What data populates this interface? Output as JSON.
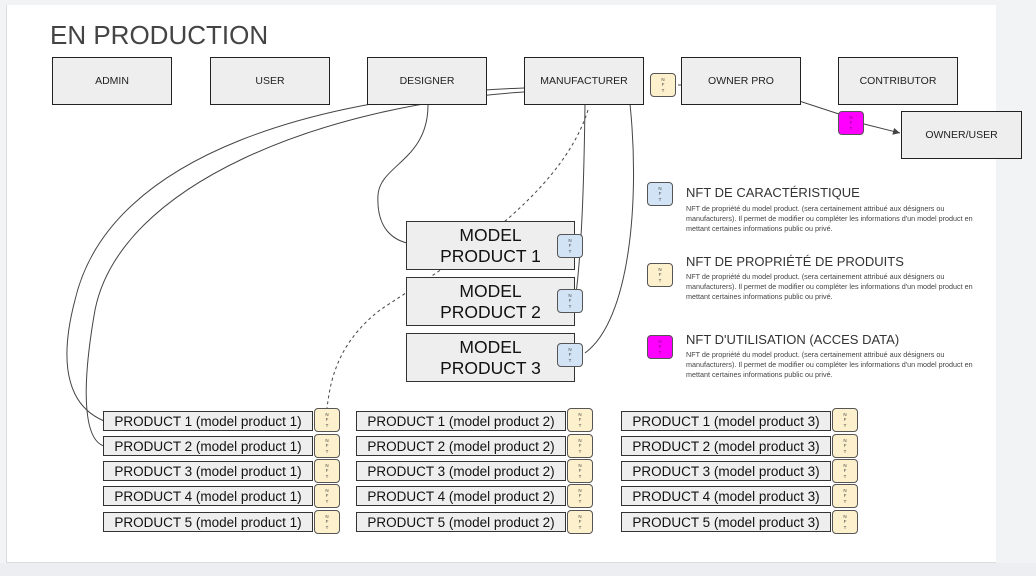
{
  "title": "EN PRODUCTION",
  "roles": {
    "admin": "ADMIN",
    "user": "USER",
    "designer": "DESIGNER",
    "manufacturer": "MANUFACTURER",
    "owner_pro": "OWNER PRO",
    "contributor": "CONTRIBUTOR",
    "owner_user": "OWNER/USER"
  },
  "nft_letters": [
    "N",
    "F",
    "T"
  ],
  "models": [
    "MODEL\nPRODUCT 1",
    "MODEL\nPRODUCT 2",
    "MODEL\nPRODUCT 3"
  ],
  "products": {
    "col1": [
      "PRODUCT 1 (model product 1)",
      "PRODUCT 2 (model product 1)",
      "PRODUCT 3 (model product 1)",
      "PRODUCT 4 (model product 1)",
      "PRODUCT 5 (model product 1)"
    ],
    "col2": [
      "PRODUCT 1 (model product 2)",
      "PRODUCT 2 (model product 2)",
      "PRODUCT 3 (model product 2)",
      "PRODUCT 4 (model product 2)",
      "PRODUCT 5 (model product 2)"
    ],
    "col3": [
      "PRODUCT 1 (model product 3)",
      "PRODUCT 2 (model product 3)",
      "PRODUCT 3 (model product 3)",
      "PRODUCT 4 (model product 3)",
      "PRODUCT 5 (model product 3)"
    ]
  },
  "legend": {
    "characteristic": {
      "title": "NFT DE CARACTÉRISTIQUE",
      "desc": "NFT de propriété du model product. (sera certainement attribué aux désigners ou manufacturers). Il permet de modifier ou compléter les informations d'un model product en mettant certaines informations public ou privé."
    },
    "property": {
      "title": "NFT DE PROPRIÉTÉ DE PRODUITS",
      "desc": "NFT de propriété du model product. (sera certainement attribué aux désigners ou manufacturers). Il permet de modifier ou compléter les informations d'un model product en mettant certaines informations public ou privé."
    },
    "usage": {
      "title": "NFT D'UTILISATION (ACCES DATA)",
      "desc": "NFT de propriété du model product. (sera certainement attribué aux désigners ou manufacturers). Il permet de modifier ou compléter les informations d'un model product en mettant certaines informations public ou privé."
    }
  },
  "colors": {
    "nft_characteristic": "#d2e3f5",
    "nft_property": "#fdf0cc",
    "nft_usage": "#ff00ff",
    "box_fill": "#eeeeee"
  }
}
